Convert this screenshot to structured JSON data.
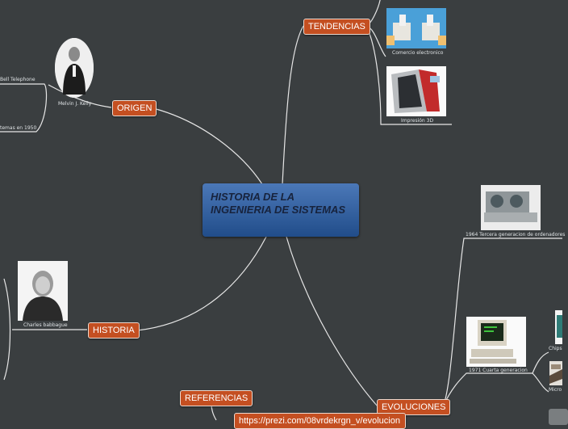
{
  "central": {
    "title": "HISTORIA DE LA INGENIERIA DE SISTEMAS"
  },
  "topics": {
    "tendencias": "TENDENCIAS",
    "origen": "ORIGEN",
    "historia": "HISTORIA",
    "referencias": "REFERENCIAS",
    "evoluciones": "EVOLUCIONES",
    "link": "https://prezi.com/08vrdekrgn_v/evolucion"
  },
  "subtopics": {
    "comercio": "Comercio electronico",
    "impresion": "Impresión 3D",
    "bell": "Bell Telephone",
    "melvin": "Melvin J. Kelly",
    "sistemas1950": "temas en 1950",
    "babbage": "Charles babbague",
    "tercera": "1964 Tercera generacion de ordenadores",
    "cuarta": "1971 Cuarta generacion",
    "chips": "Chips",
    "micro": "Micro"
  },
  "colors": {
    "background": "#3a3e40",
    "topic": "#c44f21",
    "central": "#2f5f9f",
    "line": "#e6e6e6"
  }
}
